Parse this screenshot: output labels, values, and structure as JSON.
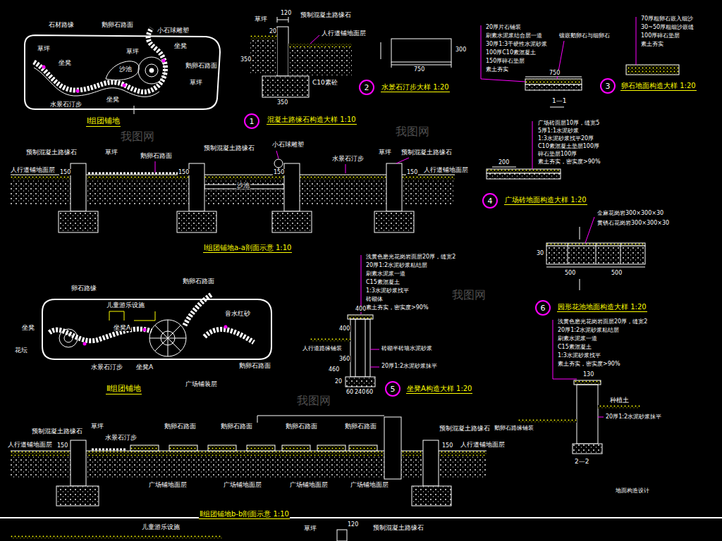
{
  "diagram": {
    "nodes": [
      {
        "text": [
          "1"
        ]
      },
      {
        "text": [
          "2"
        ]
      },
      {
        "text": [
          "3"
        ]
      },
      {
        "text": [
          "4"
        ]
      },
      {
        "text": [
          "5"
        ]
      },
      {
        "text": [
          "6"
        ]
      }
    ],
    "labels": [
      "石材路缘",
      "草坪",
      "坐凳",
      "鹅卵石路面",
      "小石球雕塑",
      "草坪",
      "坐凳",
      "沙池",
      "鹅卵石路面",
      "草坪",
      "坐凳",
      "水景石汀步",
      "Ⅰ组团铺地",
      "120",
      "草坪",
      "预制混凝土路缘石",
      "20",
      "350",
      "人行道铺地面层",
      "C10素砼",
      "350",
      "混凝土路缘石构造大样 1:10",
      "300",
      "750",
      "水景石汀步大样 1:20",
      "20厚片石铺装",
      "刷素水泥浆结合层一道",
      "30厚1:3干硬性水泥砂浆",
      "100厚C10素混凝土",
      "150厚碎石垫层",
      "素土夯实",
      "镶嵌鹅卵石与细卵石",
      "750",
      "1—1",
      "70厚粗卵石嵌入细沙",
      "30~50厚粗细沙嵌缝",
      "100厚碎石垫层",
      "素土夯实",
      "卵石地面构造大样 1:20",
      "广场砖面层10厚，缝宽5",
      "5厚1:1水泥砂浆",
      "1:3水泥砂浆找平20厚",
      "C10素混凝土垫层100厚",
      "碎石垫层100厚",
      "素土夯实，密实度>90%",
      "200",
      "广场砖地面构造大样 1:20",
      "预制混凝土路缘石",
      "草坪",
      "鹅卵石路面",
      "预制混凝土路缘石",
      "小石球雕塑",
      "水景石汀步",
      "预制混凝土路缘石",
      "人行道铺地面层",
      "人行道铺地面层",
      "150",
      "150",
      "150",
      "150",
      "沙池",
      "草坪",
      "Ⅰ组团铺地a-a剖面示意 1:10",
      "金麻花岗岩300×300×30",
      "黄锈石花岗岩300×300×30",
      "500",
      "500",
      "30",
      "园形花池地面构造大样 1:20",
      "卵石路缘",
      "儿童游乐设施",
      "鹅卵石路面",
      "音水红砂",
      "坐凳",
      "花坛",
      "坐凳A",
      "水景石汀步",
      "坐凳A",
      "广场铺装层",
      "鹅卵石路面",
      "Ⅱ组团铺地",
      "浅黄色磨光花岗岩面层20厚，缝宽2",
      "20厚1:2水泥砂浆粘结层",
      "刷素水泥浆一道",
      "C15素混凝土",
      "1:3水泥砂浆找平",
      "砖砌体",
      "素土夯实，密实度>90%",
      "人行道路缘铺装",
      "砖砌半砖墙水泥砂浆",
      "20厚1:2水泥砂浆抹平",
      "400",
      "400",
      "360",
      "460",
      "20",
      "60",
      "240",
      "60",
      "坐凳A构造大样 1:20",
      "浅黄色磨光花岗岩面层20厚，缝宽2",
      "20厚1:2水泥砂浆粘结层",
      "刷素水泥浆一道",
      "C15素混凝土",
      "1:3水泥砂浆找平",
      "素土夯实，密实度>90%",
      "130",
      "种植土",
      "20厚1:2水泥砂浆抹平",
      "鹅卵石路缘铺装",
      "2—2",
      "地面构造设计",
      "预制混凝土路缘石",
      "草坪",
      "水景石汀步",
      "鹅卵石路面",
      "鹅卵石路面",
      "鹅卵石路面",
      "鹅卵石路面",
      "预制混凝土路缘石",
      "人行道铺地面层",
      "人行道铺地面层",
      "广场铺地面层",
      "广场铺地面层",
      "广场铺地面层",
      "广场铺地面层",
      "150",
      "150",
      "Ⅱ组团铺地b-b剖面示意 1:10",
      "儿童游乐设施",
      "草坪",
      "120",
      "预制混凝土路缘石",
      "我图网",
      "我图网",
      "我图网",
      "我图网"
    ]
  }
}
